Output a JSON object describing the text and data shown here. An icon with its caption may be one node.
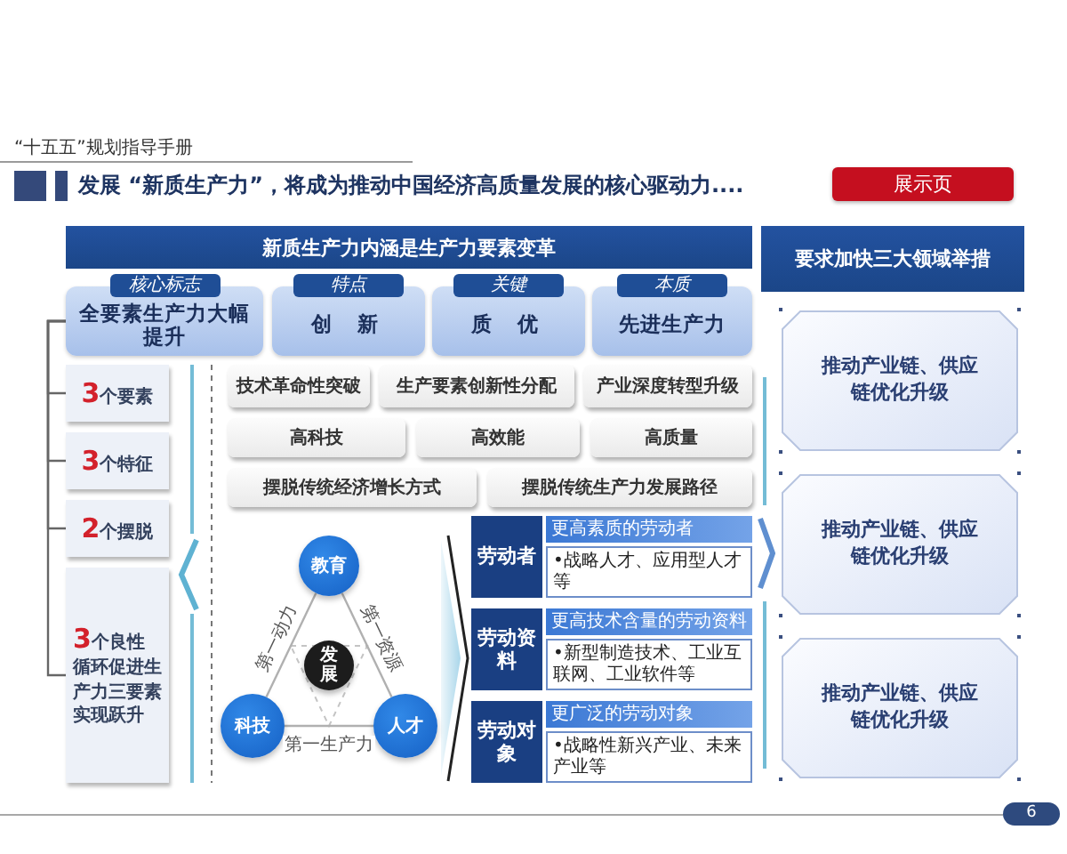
{
  "diagram": {
    "title": "发展 “新质生产力”，将成为推动中国经济高质量发展的核心驱动力....",
    "nodes": [
      {
        "text": [
          "新质生产力内涵是生产力要素变革"
        ]
      },
      {
        "text": [
          "要求加快三大领域举措"
        ]
      },
      {
        "text": [
          "核心标志",
          "全要素生产力大幅提升"
        ]
      },
      {
        "text": [
          "特点",
          "创新"
        ]
      },
      {
        "text": [
          "关键",
          "质优"
        ]
      },
      {
        "text": [
          "本质",
          "先进生产力"
        ]
      },
      {
        "text": [
          "**3**个要素"
        ]
      },
      {
        "text": [
          "**3**个特征"
        ]
      },
      {
        "text": [
          "**2**个摆脱"
        ]
      },
      {
        "text": [
          "**3**个良性循环促进生产力三要素实现跃升"
        ]
      },
      {
        "text": [
          "技术革命性突破"
        ]
      },
      {
        "text": [
          "生产要素创新性分配"
        ]
      },
      {
        "text": [
          "产业深度转型升级"
        ]
      },
      {
        "text": [
          "高科技"
        ]
      },
      {
        "text": [
          "高效能"
        ]
      },
      {
        "text": [
          "高质量"
        ]
      },
      {
        "text": [
          "摆脱传统经济增长方式"
        ]
      },
      {
        "text": [
          "摆脱传统生产力发展路径"
        ]
      },
      {
        "text": [
          "教育"
        ]
      },
      {
        "text": [
          "发展"
        ]
      },
      {
        "text": [
          "科技"
        ]
      },
      {
        "text": [
          "人才"
        ]
      },
      {
        "text": [
          "劳动者"
        ]
      },
      {
        "text": [
          "更高素质的劳动者"
        ]
      },
      {
        "text": [
          "•战略人才、应用型人才等"
        ]
      },
      {
        "text": [
          "劳动资料"
        ]
      },
      {
        "text": [
          "更高技术含量的劳动资料"
        ]
      },
      {
        "text": [
          "•新型制造技术、工业互联网、工业软件等"
        ]
      },
      {
        "text": [
          "劳动对象"
        ]
      },
      {
        "text": [
          "更广泛的劳动对象"
        ]
      },
      {
        "text": [
          "•战略性新兴产业、未来产业等"
        ]
      },
      {
        "text": [
          "推动产业链、供应链优化升级"
        ]
      },
      {
        "text": [
          "推动产业链、供应链优化升级"
        ]
      },
      {
        "text": [
          "推动产业链、供应链优化升级"
        ]
      }
    ],
    "edges": [
      {
        "from": 2,
        "to": 6,
        "arrow": "none"
      },
      {
        "from": 2,
        "to": 7,
        "arrow": "none"
      },
      {
        "from": 2,
        "to": 8,
        "arrow": "none"
      },
      {
        "from": 2,
        "to": 9,
        "arrow": "none"
      },
      {
        "from": 18,
        "to": 20,
        "arrow": "none",
        "label": "第一动力"
      },
      {
        "from": 18,
        "to": 21,
        "arrow": "none",
        "label": "第一资源"
      },
      {
        "from": 20,
        "to": 21,
        "arrow": "none",
        "label": "第一生产力"
      }
    ],
    "labels": [
      "“十五五”规划指导手册",
      "展示页",
      "6"
    ]
  }
}
